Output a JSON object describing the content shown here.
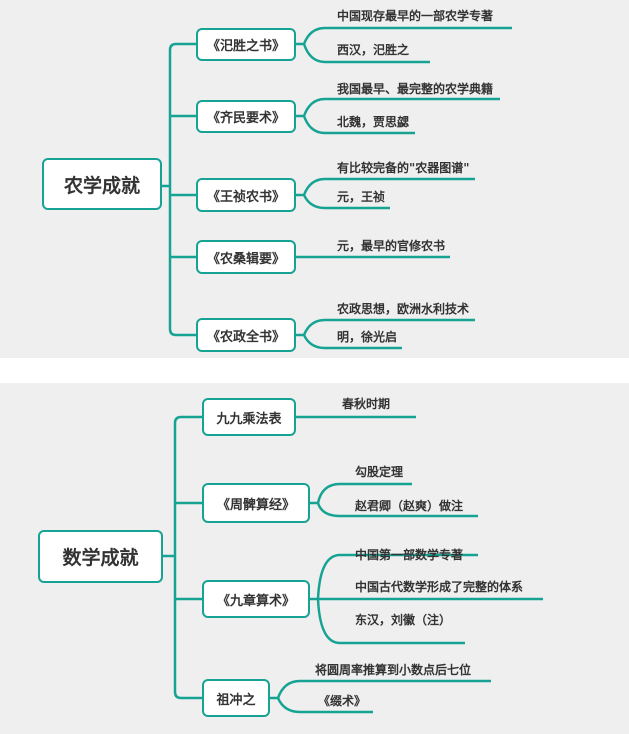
{
  "agri": {
    "root": "农学成就",
    "branches": [
      {
        "label": "《汜胜之书》",
        "leaves": [
          "中国现存最早的一部农学专著",
          "西汉，汜胜之"
        ]
      },
      {
        "label": "《齐民要术》",
        "leaves": [
          "我国最早、最完整的农学典籍",
          "北魏，贾思勰"
        ]
      },
      {
        "label": "《王祯农书》",
        "leaves": [
          "有比较完备的\"农器图谱\"",
          "元，王祯"
        ]
      },
      {
        "label": "《农桑辑要》",
        "leaves": [
          "元，最早的官修农书"
        ]
      },
      {
        "label": "《农政全书》",
        "leaves": [
          "农政思想，欧洲水利技术",
          "明，徐光启"
        ]
      }
    ]
  },
  "math": {
    "root": "数学成就",
    "branches": [
      {
        "label": "九九乘法表",
        "leaves": [
          "春秋时期"
        ]
      },
      {
        "label": "《周髀算经》",
        "leaves": [
          "勾股定理",
          "赵君卿（赵爽）做注"
        ]
      },
      {
        "label": "《九章算术》",
        "leaves": [
          "中国第一部数学专著",
          "中国古代数学形成了完整的体系",
          "东汉，刘徽（注）"
        ]
      },
      {
        "label": "祖冲之",
        "leaves": [
          "将圆周率推算到小数点后七位",
          "《缀术》"
        ]
      }
    ]
  },
  "colors": {
    "accent": "#17a393",
    "background": "#efefef"
  }
}
